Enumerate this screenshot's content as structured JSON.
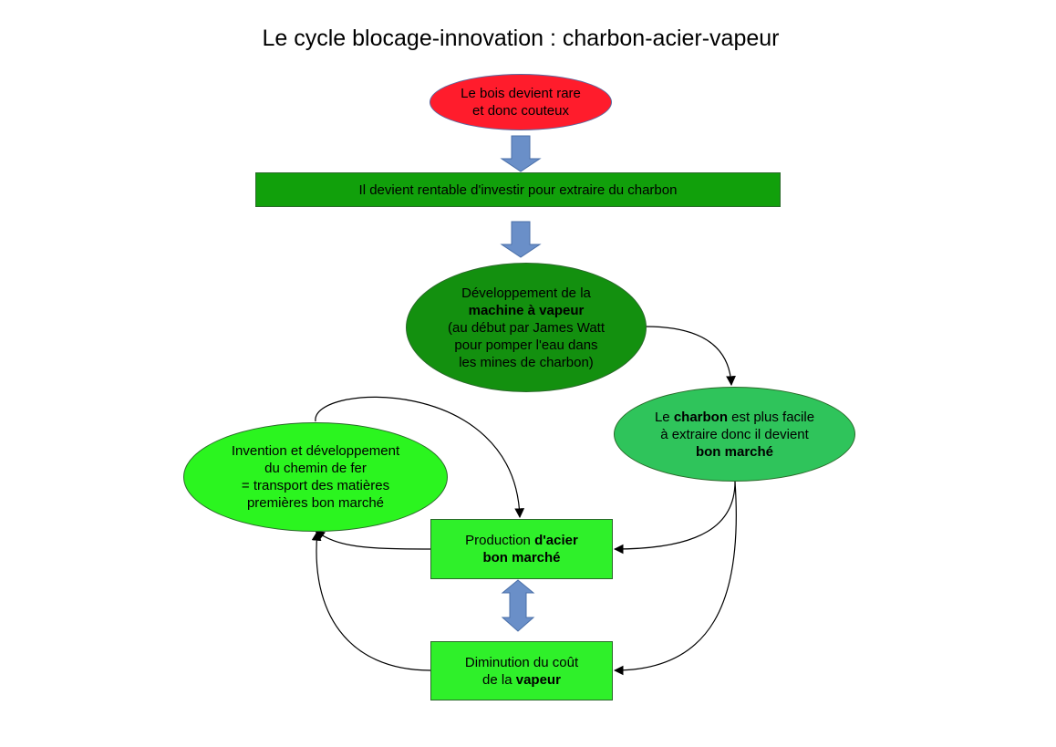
{
  "title": "Le cycle blocage-innovation : charbon-acier-vapeur",
  "nodes": {
    "wood": {
      "text": "Le bois devient rare\n et donc couteux",
      "color": "#ff1c2c"
    },
    "coal_invest": {
      "text": "Il devient rentable d'investir pour extraire du charbon",
      "color": "#11a00b"
    },
    "steam_engine": {
      "line1": "Développement de la",
      "bold": "machine à vapeur",
      "rest": "(au début par James Watt\npour pomper l'eau dans\n les mines de charbon)",
      "color": "#13900f"
    },
    "cheap_coal": {
      "pre": "Le ",
      "bold1": "charbon",
      "mid": " est plus facile\n à extraire donc il devient",
      "bold2": "bon marché",
      "color": "#2fc45b"
    },
    "railway": {
      "text": "Invention et développement\n du chemin de fer\n= transport des matières\n premières bon marché",
      "color": "#2bf51f"
    },
    "steel": {
      "pre": "Production ",
      "bold1": "d'acier",
      "bold2": "bon marché",
      "color": "#2ff02a"
    },
    "steam_cost": {
      "line1": "Diminution du coût",
      "pre": "de la ",
      "bold": "vapeur",
      "color": "#2ff02a"
    }
  },
  "colors": {
    "block_arrow": "#6a8fc8",
    "border": "#2a6a2a",
    "connector": "#000000"
  }
}
